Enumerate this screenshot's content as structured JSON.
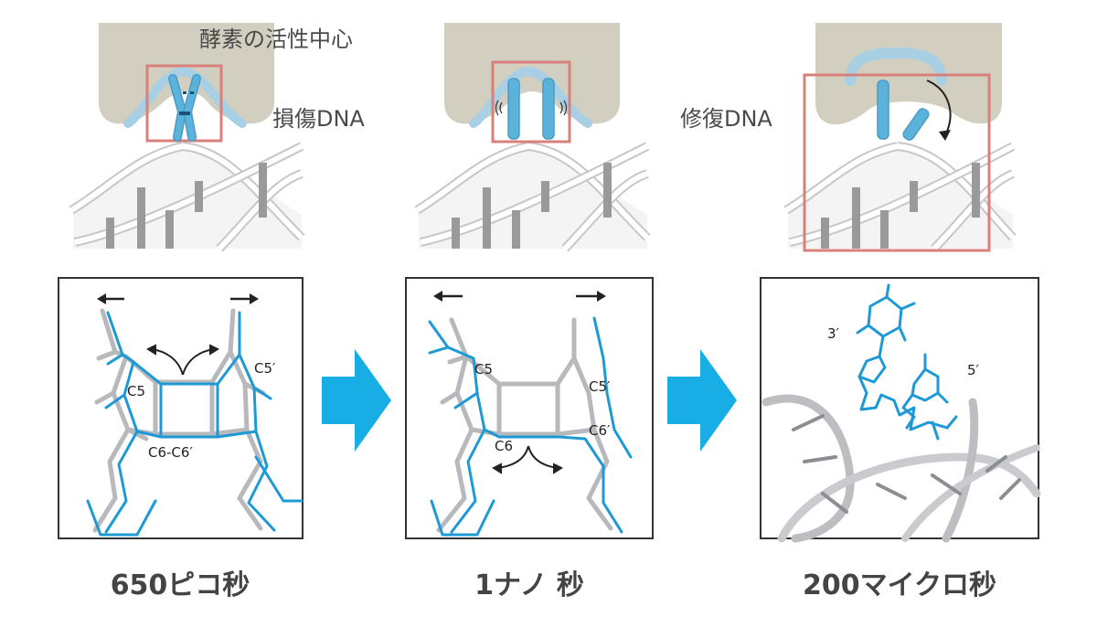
{
  "top_labels": {
    "active_site": "酵素の活性中心",
    "damaged_dna": "損傷DNA",
    "repaired_dna": "修復DNA"
  },
  "panel1": {
    "c5": "C5",
    "c5p": "C5′",
    "c6c6p": "C6-C6′"
  },
  "panel2": {
    "c5": "C5",
    "c5p": "C5′",
    "c6": "C6",
    "c6p": "C6′"
  },
  "panel3": {
    "three_prime": "3′",
    "five_prime": "5′"
  },
  "time_labels": [
    "650ピコ秒",
    "1ナノ 秒",
    "200マイクロ秒"
  ],
  "colors": {
    "enzyme": "#d3cfc0",
    "enzyme_rim": "#a8cfe3",
    "base_blue": "#5bb3dc",
    "model_blue": "#1d9ad6",
    "model_grey": "#b7b9bc",
    "highlight_box": "#d9807a",
    "arrow": "#19ade5",
    "dna_rung": "#9a9a9a"
  },
  "icons": [
    "right-arrow-icon",
    "double-curved-arrow-icon",
    "rotation-arrow-icon"
  ]
}
